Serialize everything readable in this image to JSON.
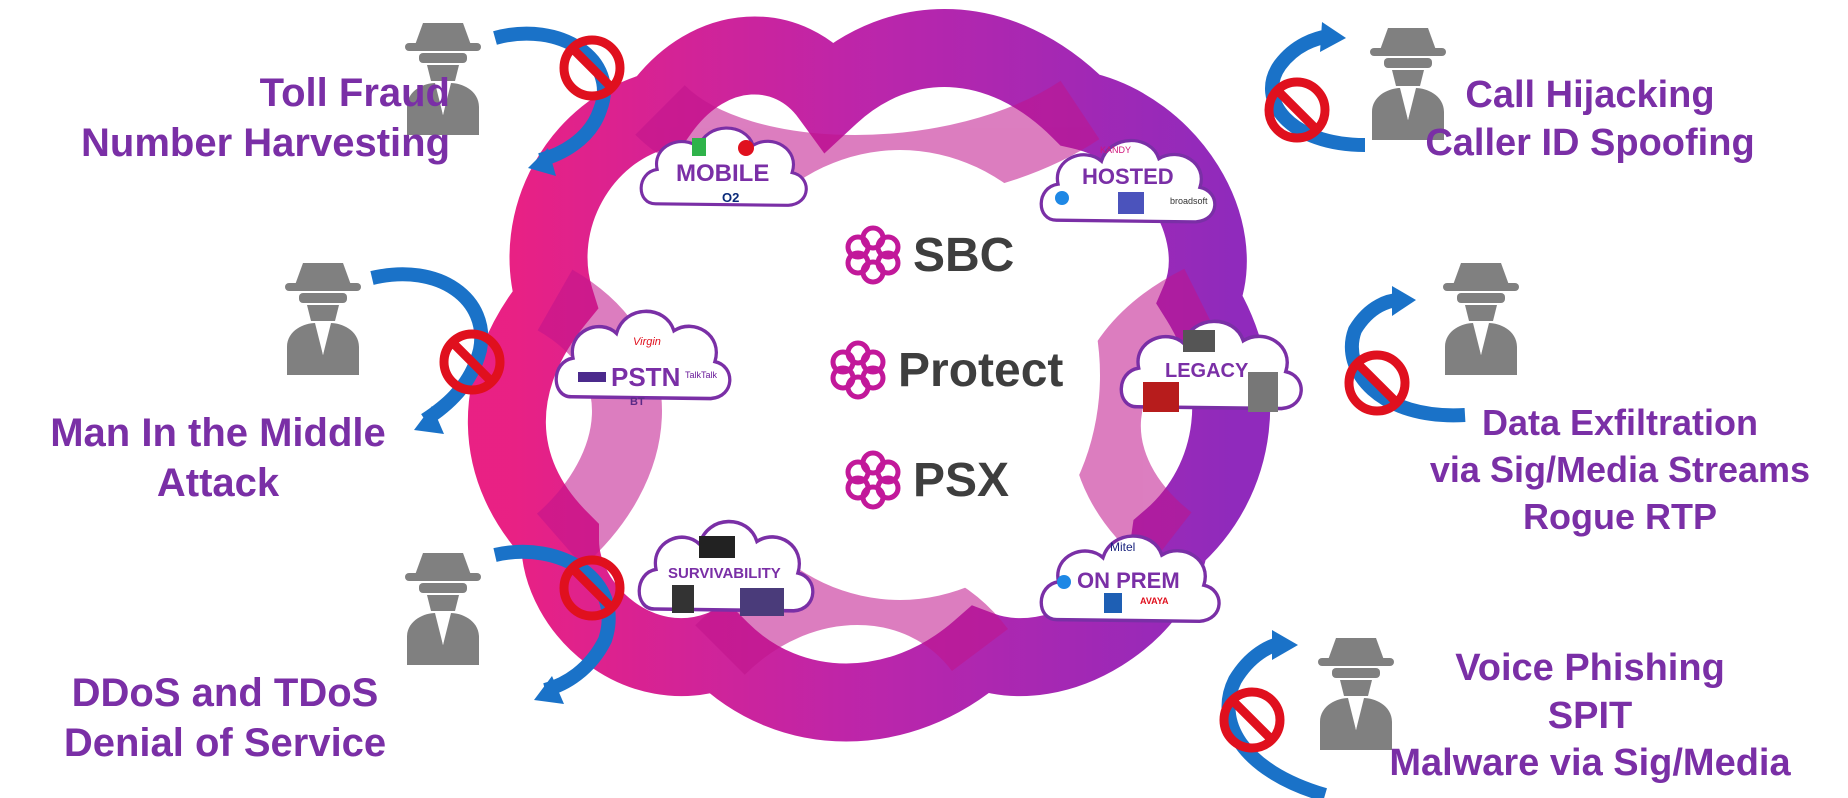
{
  "center": {
    "labels": [
      "SBC",
      "Protect",
      "PSX"
    ]
  },
  "clouds": {
    "mobile": {
      "title": "MOBILE",
      "logos": [
        "O2"
      ]
    },
    "hosted": {
      "title": "HOSTED",
      "logos": [
        "KANDY",
        "broadsoft"
      ]
    },
    "pstn": {
      "title": "PSTN",
      "logos": [
        "Virgin",
        "TalkTalk",
        "BT"
      ]
    },
    "legacy": {
      "title": "LEGACY"
    },
    "survivability": {
      "title": "SURVIVABILITY"
    },
    "onprem": {
      "title": "ON PREM",
      "logos": [
        "Mitel",
        "AVAYA"
      ]
    }
  },
  "threats": {
    "top_left": [
      "Toll Fraud",
      "Number Harvesting"
    ],
    "mid_left": [
      "Man In the Middle",
      "Attack"
    ],
    "bottom_left": [
      "DDoS and TDoS",
      "Denial of Service"
    ],
    "top_right": [
      "Call Hijacking",
      "Caller ID Spoofing"
    ],
    "mid_right": [
      "Data Exfiltration",
      "via Sig/Media Streams",
      "Rogue RTP"
    ],
    "bottom_right": [
      "Voice Phishing",
      "SPIT",
      "Malware via Sig/Media"
    ]
  },
  "colors": {
    "text_purple": "#7a2fa6",
    "ring_magenta": "#d81b8a",
    "ring_violet": "#8a1fb8",
    "arrow_blue": "#1a72c8",
    "block_red": "#e0101e",
    "spy_gray": "#7f7f7f"
  },
  "icons": [
    "spy-icon",
    "blocked-arrow-icon",
    "cloud-icon",
    "flower-logo-icon"
  ]
}
